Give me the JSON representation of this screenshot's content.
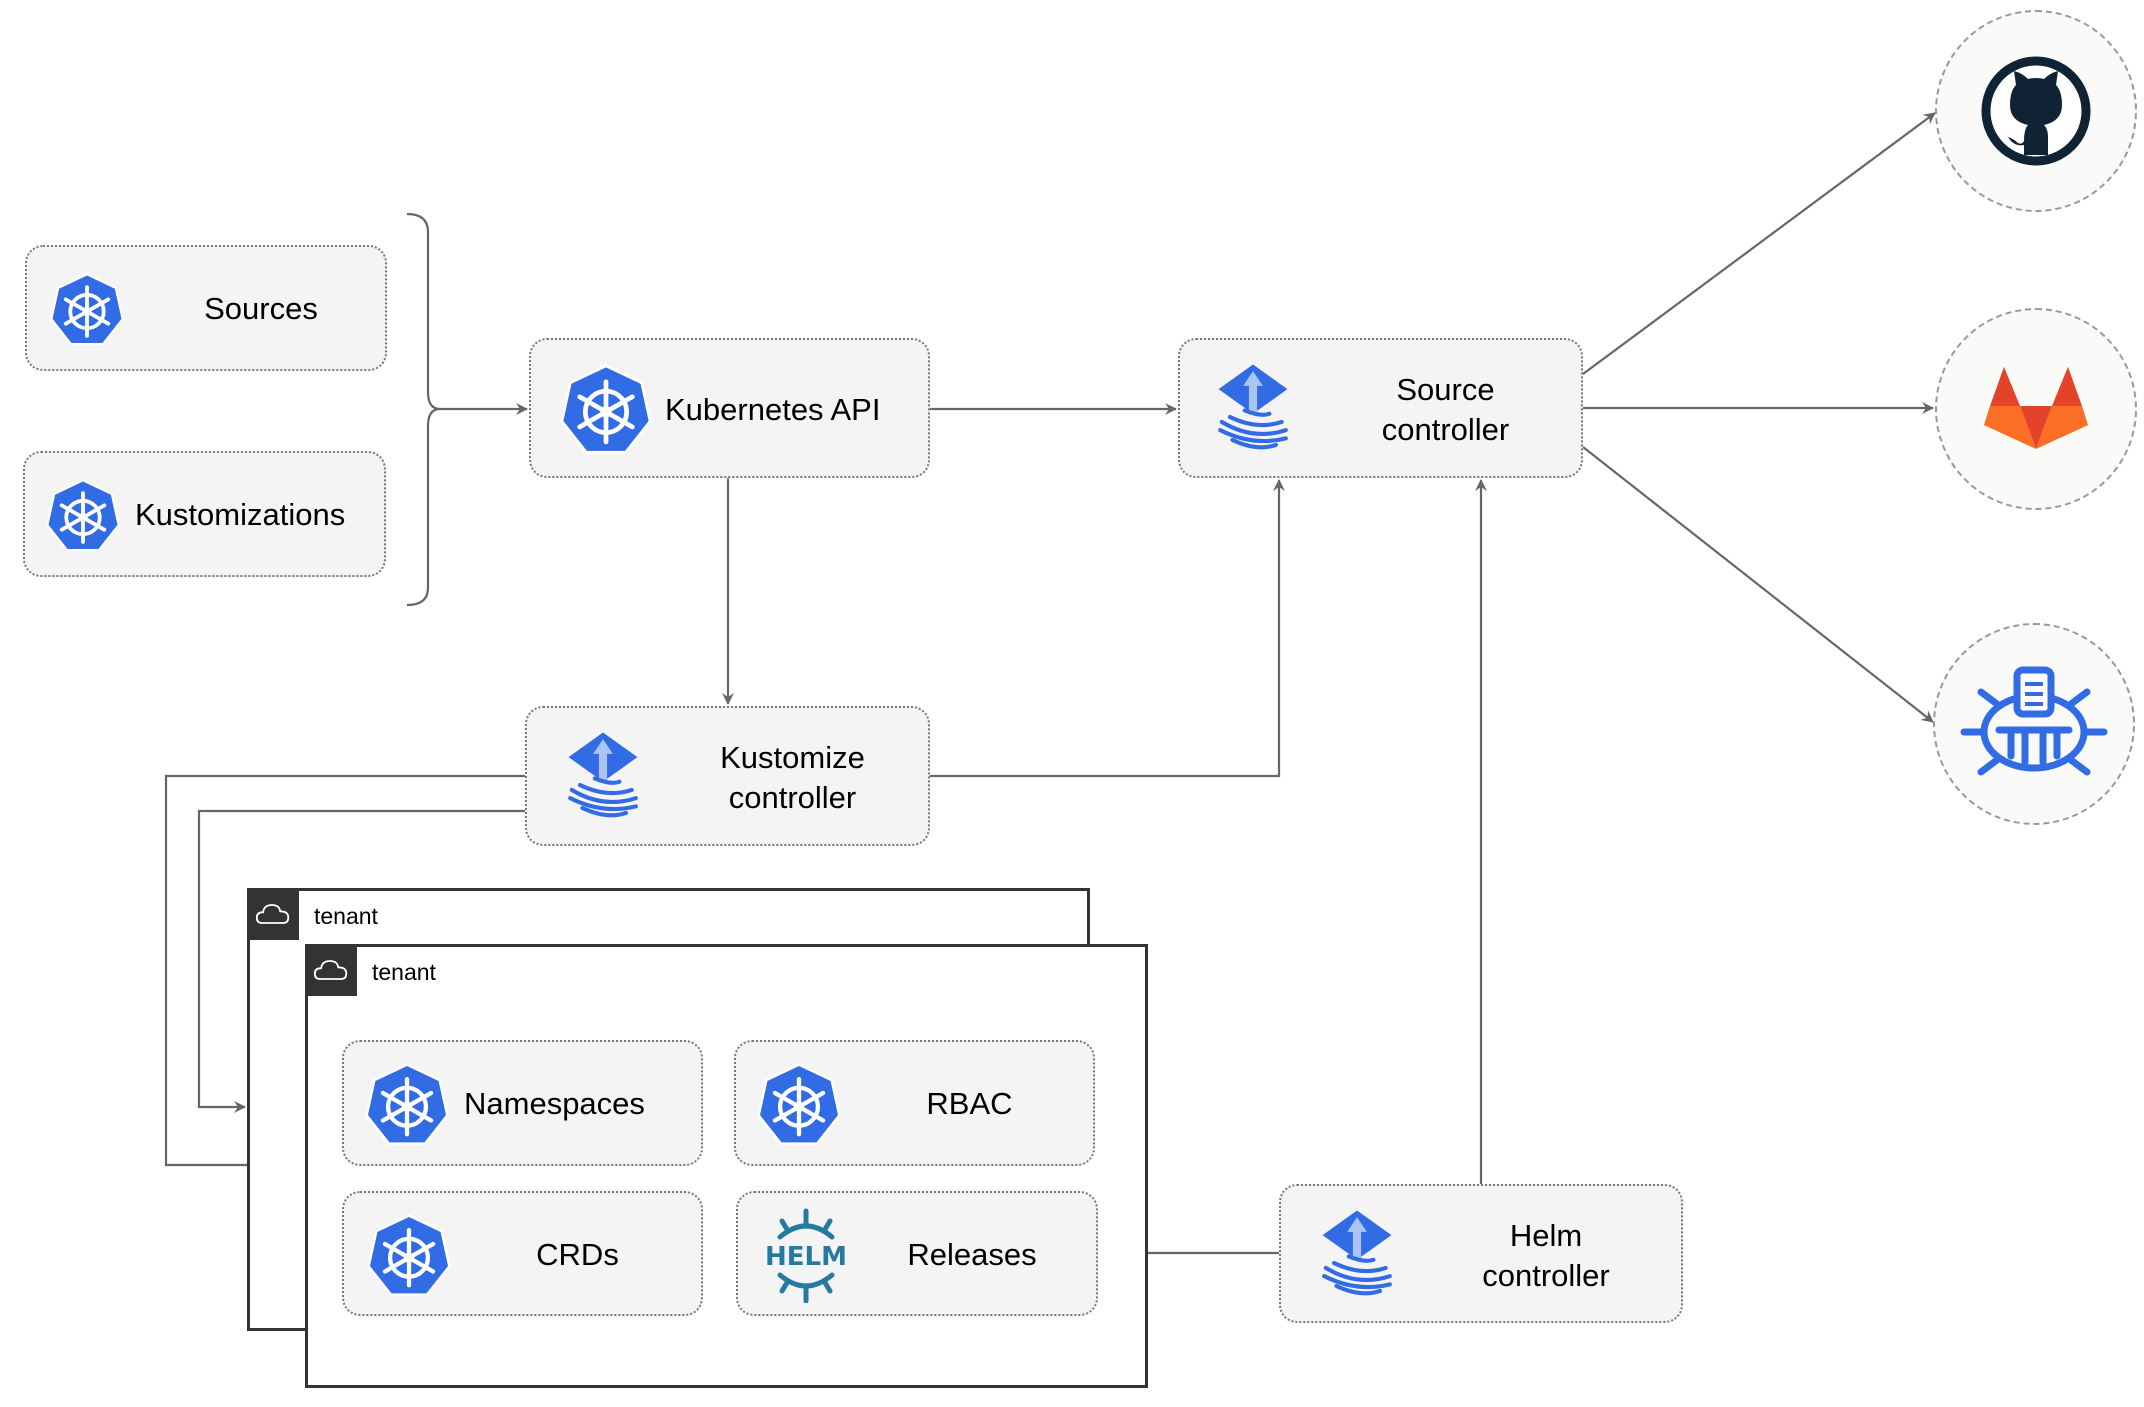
{
  "nodes": {
    "sources": "Sources",
    "kustomizations": "Kustomizations",
    "kubernetes_api": "Kubernetes API",
    "source_controller": [
      "Source",
      "controller"
    ],
    "kustomize_controller": [
      "Kustomize",
      "controller"
    ],
    "helm_controller": [
      "Helm",
      "controller"
    ],
    "namespaces": "Namespaces",
    "rbac": "RBAC",
    "crds": "CRDs",
    "releases": "Releases"
  },
  "tenants": [
    "tenant",
    "tenant"
  ],
  "helm_logo_text": "HELM",
  "external_sources": [
    "github-icon",
    "gitlab-icon",
    "helm-repository-icon"
  ],
  "colors": {
    "k8s_blue": "#326ce5",
    "helm_teal": "#277a9f",
    "github": "#0f2334",
    "gitlab_orange": "#e24329",
    "line": "#666666"
  }
}
